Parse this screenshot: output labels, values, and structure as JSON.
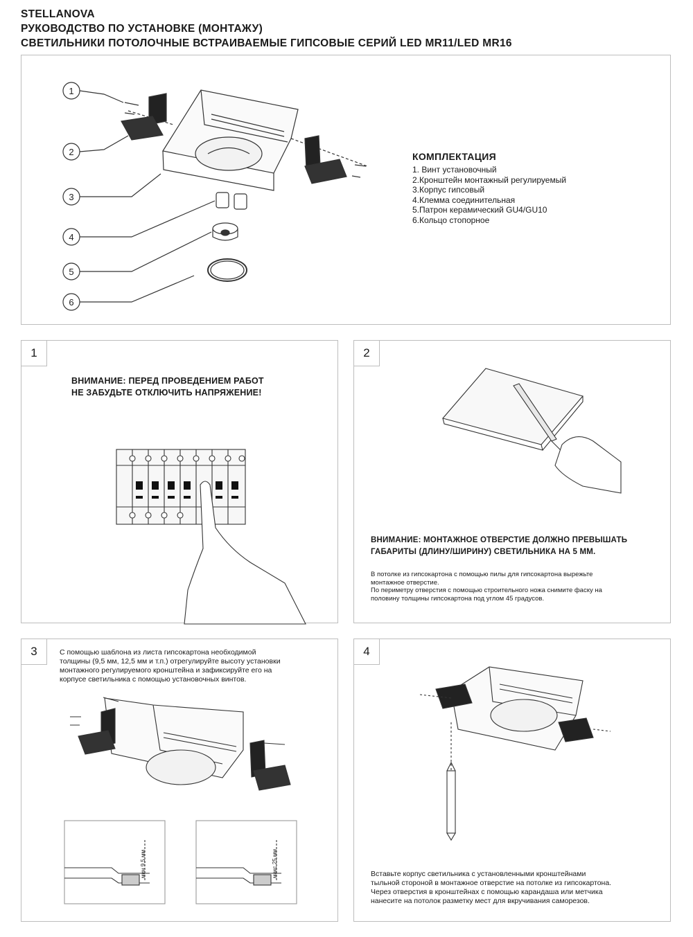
{
  "header": {
    "brand": "STELLANOVA",
    "line2": "РУКОВОДСТВО ПО УСТАНОВКЕ (МОНТАЖУ)",
    "line3": "СВЕТИЛЬНИКИ ПОТОЛОЧНЫЕ ВСТРАИВАЕМЫЕ ГИПСОВЫЕ СЕРИЙ LED MR11/LED MR16"
  },
  "kit": {
    "callouts": [
      "1",
      "2",
      "3",
      "4",
      "5",
      "6"
    ],
    "title": "КОМПЛЕКТАЦИЯ",
    "items": [
      "1. Винт установочный",
      "2.Кронштейн монтажный регулируемый",
      "3.Корпус гипсовый",
      "4.Клемма соединительная",
      "5.Патрон керамический GU4/GU10",
      "6.Кольцо стопорное"
    ]
  },
  "step1": {
    "number": "1",
    "warning_line1": "ВНИМАНИЕ: ПЕРЕД ПРОВЕДЕНИЕМ РАБОТ",
    "warning_line2": "НЕ ЗАБУДЬТЕ ОТКЛЮЧИТЬ НАПРЯЖЕНИЕ!"
  },
  "step2": {
    "number": "2",
    "warning_line1": "ВНИМАНИЕ: МОНТАЖНОЕ ОТВЕРСТИЕ ДОЛЖНО ПРЕВЫШАТЬ",
    "warning_line2": "ГАБАРИТЫ (ДЛИНУ/ШИРИНУ) СВЕТИЛЬНИКА НА 5 ММ.",
    "note_line1": "В потолке из гипсокартона с помощью пилы для гипсокартона вырежьте",
    "note_line2": "монтажное отверстие.",
    "note_line3": "По периметру отверстия с помощью строительного ножа снимите фаску на",
    "note_line4": "половину толщины гипсокартона под углом 45 градусов."
  },
  "step3": {
    "number": "3",
    "text_line1": "С помощью шаблона из листа гипсокартона необходимой",
    "text_line2": "толщины (9,5 мм, 12,5 мм и т.п.) отрегулируйте высоту установки",
    "text_line3": "монтажного регулируемого кронштейна и зафиксируйте его на",
    "text_line4": "корпусе светильника с помощью установочных винтов.",
    "min_label": "мин 9,5 мм",
    "max_label": "макс 25 мм"
  },
  "step4": {
    "number": "4",
    "text_line1": "Вставьте корпус светильника с установленными кронштейнами",
    "text_line2": "тыльной стороной в монтажное отверстие на потолке из гипсокартона.",
    "text_line3": "Через отверстия в кронштейнах с помощью карандаша или метчика",
    "text_line4": "нанесите на потолок разметку мест для вкручивания саморезов."
  }
}
